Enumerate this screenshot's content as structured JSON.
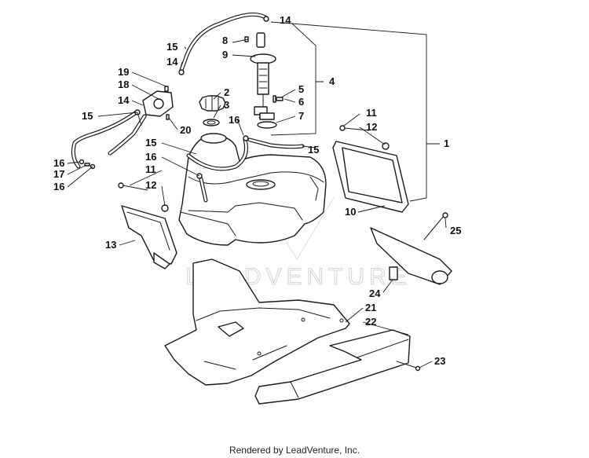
{
  "diagram": {
    "callouts": [
      {
        "id": "c1",
        "label": "1"
      },
      {
        "id": "c2",
        "label": "2"
      },
      {
        "id": "c3",
        "label": "3"
      },
      {
        "id": "c4",
        "label": "4"
      },
      {
        "id": "c5",
        "label": "5"
      },
      {
        "id": "c6",
        "label": "6"
      },
      {
        "id": "c7",
        "label": "7"
      },
      {
        "id": "c8",
        "label": "8"
      },
      {
        "id": "c9",
        "label": "9"
      },
      {
        "id": "c10",
        "label": "10"
      },
      {
        "id": "c11a",
        "label": "11"
      },
      {
        "id": "c11b",
        "label": "11"
      },
      {
        "id": "c12a",
        "label": "12"
      },
      {
        "id": "c12b",
        "label": "12"
      },
      {
        "id": "c13",
        "label": "13"
      },
      {
        "id": "c14a",
        "label": "14"
      },
      {
        "id": "c14b",
        "label": "14"
      },
      {
        "id": "c14c",
        "label": "14"
      },
      {
        "id": "c15a",
        "label": "15"
      },
      {
        "id": "c15b",
        "label": "15"
      },
      {
        "id": "c15c",
        "label": "15"
      },
      {
        "id": "c15d",
        "label": "15"
      },
      {
        "id": "c16a",
        "label": "16"
      },
      {
        "id": "c16b",
        "label": "16"
      },
      {
        "id": "c16c",
        "label": "16"
      },
      {
        "id": "c16d",
        "label": "16"
      },
      {
        "id": "c17",
        "label": "17"
      },
      {
        "id": "c18",
        "label": "18"
      },
      {
        "id": "c19",
        "label": "19"
      },
      {
        "id": "c20",
        "label": "20"
      },
      {
        "id": "c21",
        "label": "21"
      },
      {
        "id": "c22",
        "label": "22"
      },
      {
        "id": "c23",
        "label": "23"
      },
      {
        "id": "c24",
        "label": "24"
      },
      {
        "id": "c25",
        "label": "25"
      }
    ]
  },
  "watermark": "LEADVENTURE",
  "footer": "Rendered by LeadVenture, Inc."
}
